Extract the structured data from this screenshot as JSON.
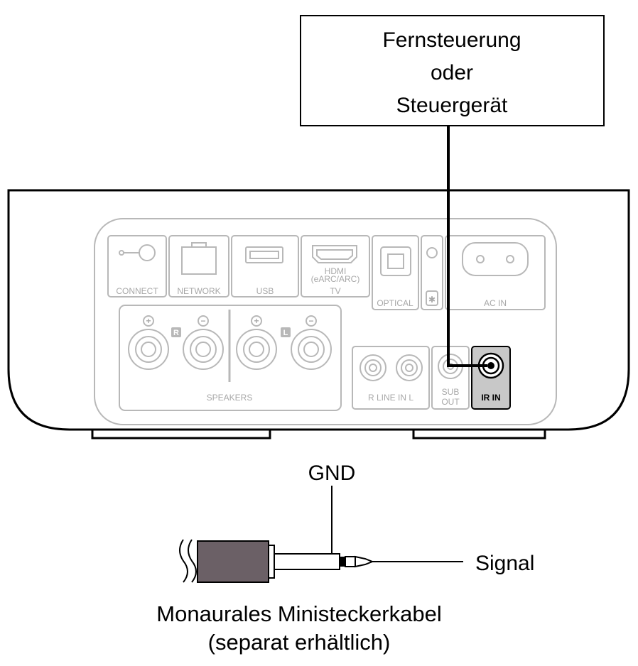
{
  "controller_box": {
    "lines": [
      "Fernsteuerung",
      "oder",
      "Steuergerät"
    ]
  },
  "device_panel": {
    "ports_top": [
      "CONNECT",
      "NETWORK",
      "USB",
      "HDMI",
      "(eARC/ARC)",
      "TV",
      "OPTICAL",
      "AC IN"
    ],
    "speakers_label": "SPEAKERS",
    "speaker_channel_right": "R",
    "speaker_channel_left": "L",
    "line_in_label": "R LINE IN L",
    "sub_out_lines": [
      "SUB",
      "OUT"
    ],
    "ir_in_label": "IR IN"
  },
  "plug_labels": {
    "gnd": "GND",
    "signal": "Signal"
  },
  "caption": {
    "line1": "Monaurales Ministeckerkabel",
    "line2": "(separat erhältlich)"
  },
  "colors": {
    "line": "#000000",
    "panel_outline": "#b8b8b8",
    "ir_highlight": "#c8c8c8",
    "plug_body": "#6b6066"
  }
}
